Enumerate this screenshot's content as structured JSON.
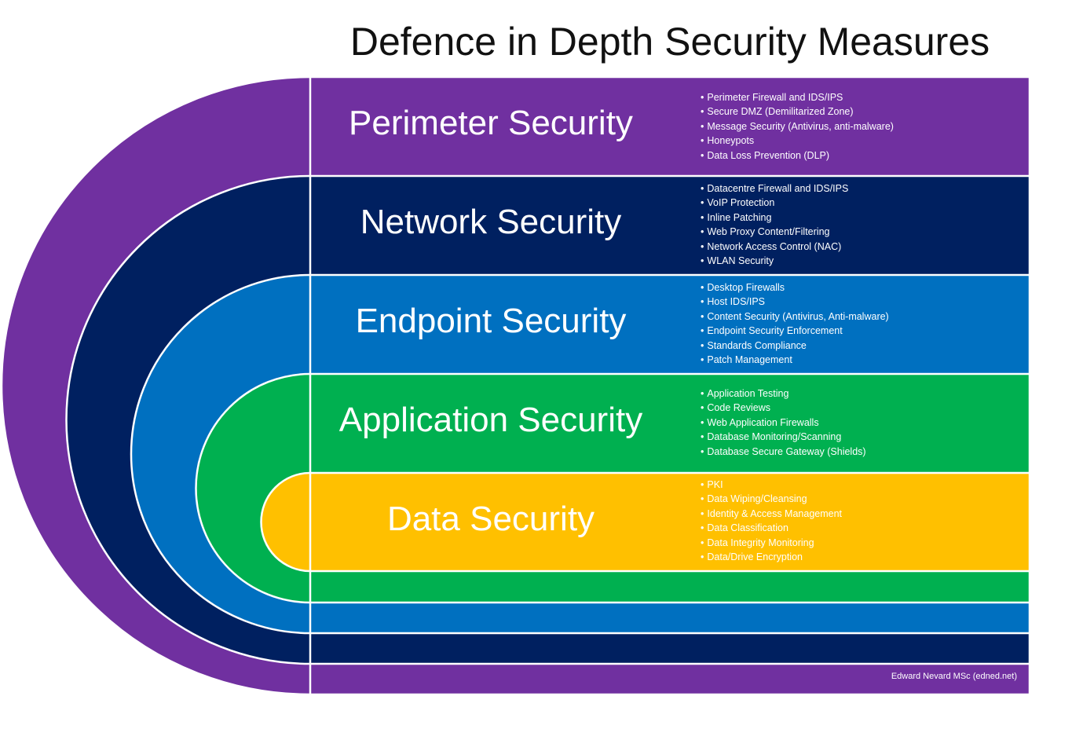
{
  "title": "Defence in Depth Security Measures",
  "credit": "Edward Nevard MSc (edned.net)",
  "colors": {
    "perimeter": "#7030A0",
    "network": "#002060",
    "endpoint": "#0070C0",
    "application": "#00B050",
    "data": "#FFC000",
    "divider": "#ffffff"
  },
  "layers": [
    {
      "name": "Perimeter Security",
      "items": [
        "Perimeter Firewall and IDS/IPS",
        "Secure DMZ (Demilitarized Zone)",
        "Message Security (Antivirus, anti-malware)",
        "Honeypots",
        "Data Loss Prevention (DLP)"
      ]
    },
    {
      "name": "Network Security",
      "items": [
        "Datacentre Firewall and IDS/IPS",
        "VoIP Protection",
        "Inline Patching",
        "Web Proxy Content/Filtering",
        "Network Access Control (NAC)",
        "WLAN Security"
      ]
    },
    {
      "name": "Endpoint Security",
      "items": [
        "Desktop Firewalls",
        "Host IDS/IPS",
        "Content Security (Antivirus, Anti-malware)",
        "Endpoint Security Enforcement",
        "Standards Compliance",
        "Patch Management"
      ]
    },
    {
      "name": "Application Security",
      "items": [
        "Application Testing",
        "Code Reviews",
        "Web Application Firewalls",
        "Database Monitoring/Scanning",
        "Database Secure Gateway (Shields)"
      ]
    },
    {
      "name": "Data Security",
      "items": [
        "PKI",
        "Data Wiping/Cleansing",
        "Identity & Access Management",
        "Data Classification",
        "Data Integrity Monitoring",
        "Data/Drive Encryption"
      ]
    }
  ]
}
